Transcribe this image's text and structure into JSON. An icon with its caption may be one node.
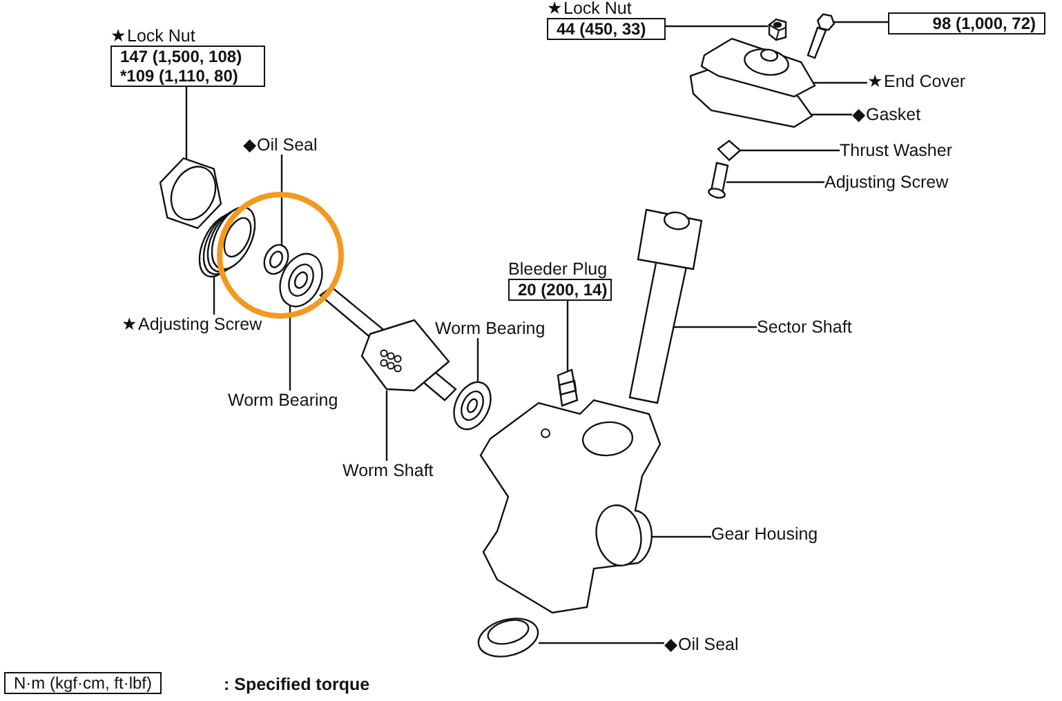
{
  "diagram": {
    "nodes": [
      {
        "text": [
          "★Lock Nut",
          "147 (1,500, 108) *109 (1,110, 80)"
        ]
      },
      {
        "text": [
          "◆Oil Seal"
        ]
      },
      {
        "text": [
          "★Adjusting Screw"
        ]
      },
      {
        "text": [
          "Worm Bearing"
        ]
      },
      {
        "text": [
          "Worm Shaft"
        ]
      },
      {
        "text": [
          "Worm Bearing"
        ]
      },
      {
        "text": [
          "Bleeder Plug",
          "20 (200, 14)"
        ]
      },
      {
        "text": [
          "★Lock Nut",
          "44 (450, 33)"
        ]
      },
      {
        "text": [
          "98 (1,000, 72)"
        ]
      },
      {
        "text": [
          "★End Cover"
        ]
      },
      {
        "text": [
          "◆Gasket"
        ]
      },
      {
        "text": [
          "Thrust Washer"
        ]
      },
      {
        "text": [
          "Adjusting Screw"
        ]
      },
      {
        "text": [
          "Sector Shaft"
        ]
      },
      {
        "text": [
          "Gear Housing"
        ]
      },
      {
        "text": [
          "◆Oil Seal"
        ]
      },
      {
        "text": [],
        "shape": "picture"
      },
      {
        "text": [],
        "shape": "picture"
      },
      {
        "text": [],
        "shape": "picture"
      },
      {
        "text": [],
        "shape": "picture"
      },
      {
        "text": [],
        "shape": "picture"
      },
      {
        "text": [],
        "shape": "picture"
      },
      {
        "text": [],
        "shape": "picture"
      },
      {
        "text": [],
        "shape": "picture"
      },
      {
        "text": [],
        "shape": "picture"
      },
      {
        "text": [],
        "shape": "picture"
      },
      {
        "text": [],
        "shape": "picture"
      },
      {
        "text": [],
        "shape": "picture"
      },
      {
        "text": [],
        "shape": "picture"
      },
      {
        "text": [],
        "shape": "picture"
      },
      {
        "text": [],
        "shape": "picture"
      },
      {
        "text": [],
        "shape": "picture"
      }
    ],
    "edges": [
      {
        "from": 0,
        "to": 16,
        "arrow": "none"
      },
      {
        "from": 2,
        "to": 17,
        "arrow": "none"
      },
      {
        "from": 1,
        "to": 18,
        "arrow": "none"
      },
      {
        "from": 3,
        "to": 19,
        "arrow": "none"
      },
      {
        "from": 4,
        "to": 20,
        "arrow": "none"
      },
      {
        "from": 5,
        "to": 21,
        "arrow": "none"
      },
      {
        "from": 15,
        "to": 22,
        "arrow": "none"
      },
      {
        "from": 6,
        "to": 23,
        "arrow": "none"
      },
      {
        "from": 14,
        "to": 24,
        "arrow": "none"
      },
      {
        "from": 13,
        "to": 25,
        "arrow": "none"
      },
      {
        "from": 12,
        "to": 26,
        "arrow": "none"
      },
      {
        "from": 11,
        "to": 27,
        "arrow": "none"
      },
      {
        "from": 10,
        "to": 28,
        "arrow": "none"
      },
      {
        "from": 7,
        "to": 29,
        "arrow": "none"
      },
      {
        "from": 9,
        "to": 30,
        "arrow": "none"
      },
      {
        "from": 8,
        "to": 31,
        "arrow": "none"
      }
    ],
    "labels": [
      "N·m (kgf·cm, ft·lbf)",
      ": Specified torque"
    ]
  }
}
